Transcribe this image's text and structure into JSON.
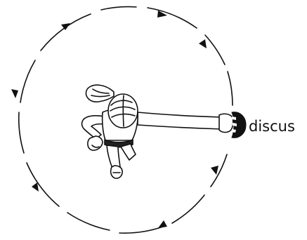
{
  "diagram": {
    "labels": {
      "discus": "discus"
    },
    "rotation_direction": "clockwise",
    "colors": {
      "ink": "#111111",
      "discus_fill": "#111111",
      "background": "#ffffff"
    },
    "icons": {
      "athlete": "athlete-top-view-icon",
      "discus": "discus-icon",
      "path": "circular-dashed-path",
      "arrow": "arrowhead-icon"
    }
  }
}
